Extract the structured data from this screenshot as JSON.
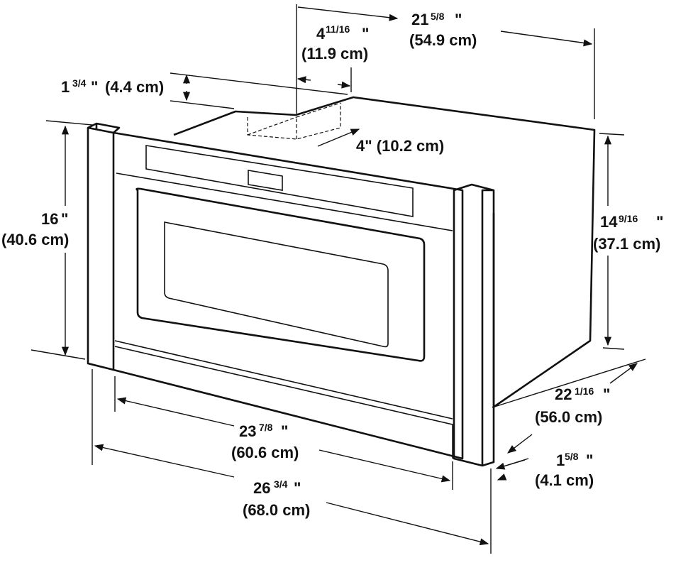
{
  "dimensions": {
    "overall_depth": {
      "whole": "21",
      "frac": "5/8",
      "unit": "\"",
      "metric": "(54.9 cm)"
    },
    "vent_offset": {
      "whole": "4",
      "frac": "11/16",
      "unit": "\"",
      "metric": "(11.9 cm)"
    },
    "vent_height": {
      "whole": "1",
      "frac": "3/4",
      "unit": "\"",
      "metric": "(4.4 cm)"
    },
    "vent_depth": {
      "text": "4\" (10.2 cm)"
    },
    "front_height": {
      "whole": "16",
      "unit": "\"",
      "metric": "(40.6 cm)"
    },
    "body_height": {
      "whole": "14",
      "frac": "9/16",
      "unit": "\"",
      "metric": "(37.1 cm)"
    },
    "body_depth": {
      "whole": "22",
      "frac": "1/16",
      "unit": "\"",
      "metric": "(56.0 cm)"
    },
    "trim_depth": {
      "whole": "1",
      "frac": "5/8",
      "unit": "\"",
      "metric": "(4.1 cm)"
    },
    "drawer_width": {
      "whole": "23",
      "frac": "7/8",
      "unit": "\"",
      "metric": "(60.6 cm)"
    },
    "overall_width": {
      "whole": "26",
      "frac": "3/4",
      "unit": "\"",
      "metric": "(68.0 cm)"
    }
  }
}
